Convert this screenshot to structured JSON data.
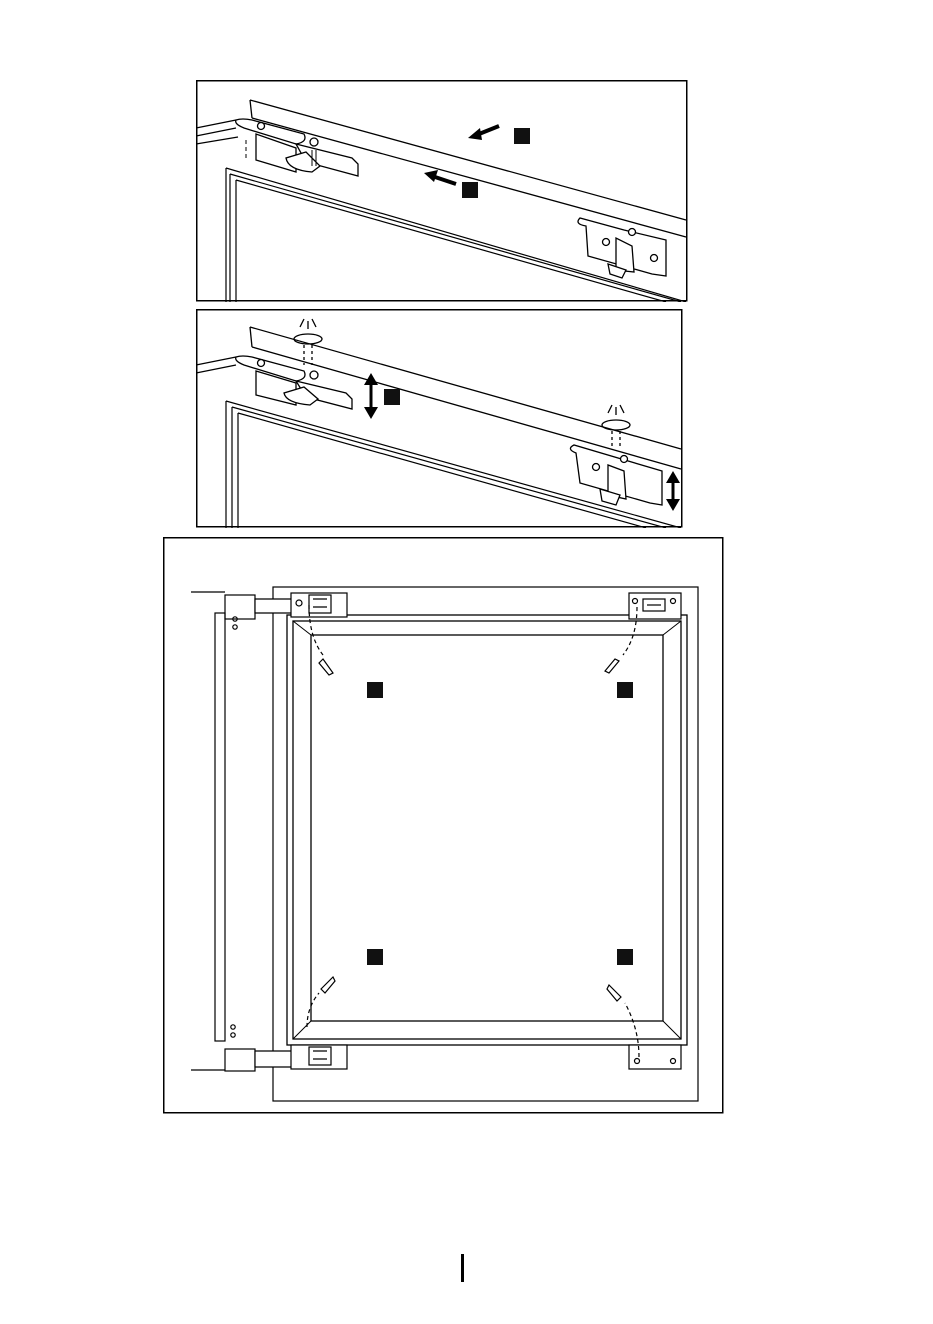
{
  "document": {
    "page_number": "",
    "colors": {
      "ink": "#000000",
      "paper": "#ffffff",
      "step_marker": "#111111"
    }
  },
  "panels": [
    {
      "id": "hinge-alignment-view",
      "arrow_icons": [
        "arrow-left-icon",
        "arrow-left-icon"
      ],
      "marker_icons": [
        "step-marker-icon",
        "step-marker-icon"
      ]
    },
    {
      "id": "hinge-height-adjustment-view",
      "arrow_icons": [
        "double-arrow-vertical-icon",
        "double-arrow-vertical-icon"
      ],
      "marker_icons": [
        "step-marker-icon"
      ]
    },
    {
      "id": "door-front-view",
      "screw_icons": [
        "screw-icon",
        "screw-icon",
        "screw-icon",
        "screw-icon"
      ],
      "marker_icons": [
        "step-marker-icon",
        "step-marker-icon",
        "step-marker-icon",
        "step-marker-icon"
      ]
    }
  ]
}
